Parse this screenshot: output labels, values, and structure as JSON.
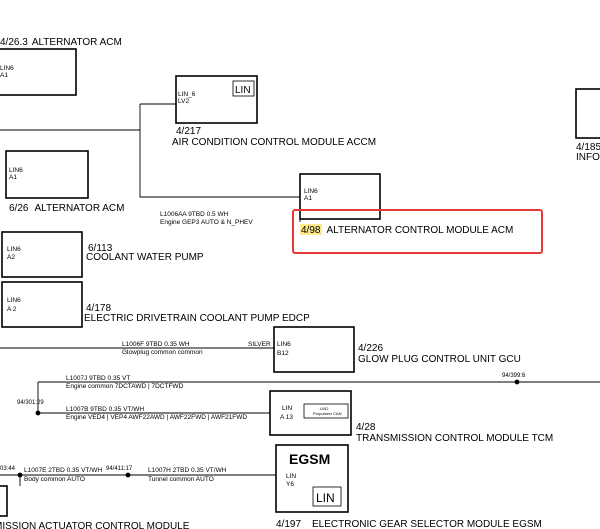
{
  "components": {
    "alt_acm_top": {
      "ref": "4/26.3",
      "name": "ALTERNATOR ACM",
      "pin_line1": "LIN6",
      "pin_line2": "A1"
    },
    "accm": {
      "ref": "4/217",
      "name": "AIR CONDITION CONTROL MODULE ACCM",
      "pin_line1": "LIN_6",
      "pin_line2": "LV2",
      "badge": "LIN"
    },
    "right_partial": {
      "ref": "4/185",
      "name": "INFO"
    },
    "alt_626": {
      "ref": "6/26",
      "name": "ALTERNATOR ACM",
      "pin_line1": "LIN6",
      "pin_line2": "A1"
    },
    "alt_498": {
      "ref": "4/98",
      "name": "ALTERNATOR CONTROL MODULE ACM",
      "pin_line1": "LIN6",
      "pin_line2": "A1"
    },
    "coolant_pump": {
      "ref": "6/113",
      "name": "COOLANT WATER PUMP",
      "pin_line1": "LIN6",
      "pin_line2": "A2"
    },
    "edcp": {
      "ref": "4/178",
      "name": "ELECTRIC DRIVETRAIN COOLANT PUMP EDCP",
      "pin_line1": "LIN6",
      "pin_line2": "A 2"
    },
    "gcu": {
      "ref": "4/226",
      "name": "GLOW PLUG CONTROL UNIT GCU",
      "pin_line1": "LIN6",
      "pin_line2": "B12"
    },
    "tcm": {
      "ref": "4/28",
      "name": "TRANSMISSION CONTROL MODULE TCM",
      "pin_line1": "LIN",
      "pin_line2": "A 13",
      "inner_line1": "LIN2",
      "inner_line2": "Propulsion CAN"
    },
    "egsm": {
      "ref": "4/197",
      "name": "ELECTRONIC GEAR SELECTOR MODULE EGSM",
      "title": "EGSM",
      "pin_line1": "LIN",
      "pin_line2": "Y6",
      "badge": "LIN"
    },
    "bottom_left": {
      "name": "MISSION ACTUATOR CONTROL MODULE"
    }
  },
  "wires": {
    "l1006aa": {
      "code": "L1006AA  9TBD 0.5 WH",
      "desc": "Engine  GEP3   AUTO & N_PHEV"
    },
    "l1006f": {
      "code": "L1006F  9TBD 0.35 WH",
      "desc": "Glowplug  common   common",
      "end_color": "SILVER"
    },
    "l1007j": {
      "code": "L1007J  9TBD 0.35 VT",
      "desc": "Engine common  7DCTAWD | 7DCTFWD"
    },
    "l1007b": {
      "code": "L1007B  9TBD 0.35 VT/WH",
      "desc": "Engine  VED4 | VEP4   AWF22AWD | AWF22FWD | AWF21FWD"
    },
    "l1007e": {
      "code": "L1007E  2TBD 0.35 VT/WH",
      "desc": "Body  common   AUTO"
    },
    "l1007h": {
      "code": "L1007H  2TBD 0.35 VT/WH",
      "desc": "Tunnel  common   AUTO"
    }
  },
  "splices": {
    "s1": "94/399:6",
    "s2": "94/301:29",
    "s3": "94/411:17",
    "s4": "03:44"
  },
  "highlight": {
    "color": "#e53935",
    "fill_color": "#ffe98a"
  }
}
